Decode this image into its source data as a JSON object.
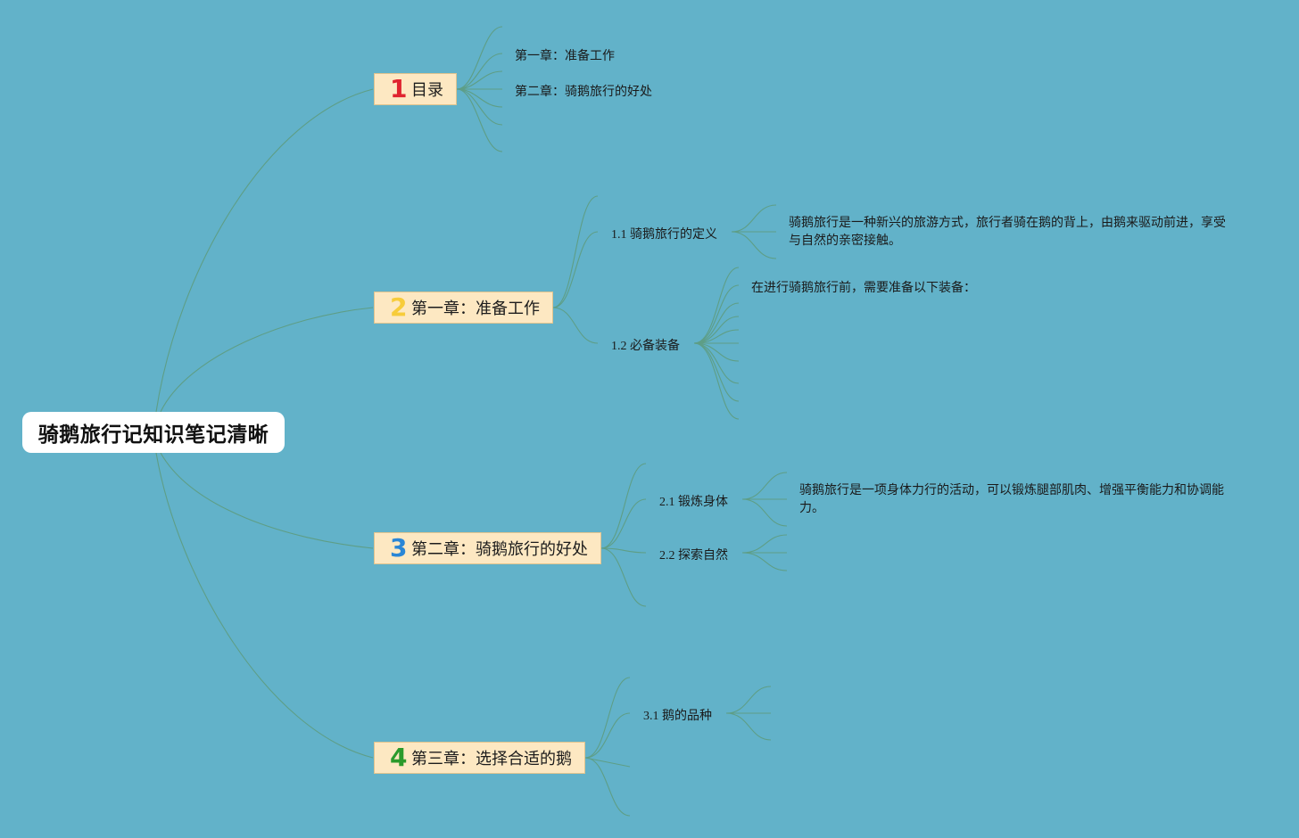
{
  "root": {
    "title": "骑鹅旅行记知识笔记清晰"
  },
  "colors": {
    "background": "#62b2c9",
    "branch_fill": "#fde8c2",
    "link": "#5e9e86",
    "num1": "#e0242f",
    "num2": "#f7cc3a",
    "num3": "#2a86d6",
    "num4": "#2b9a2b"
  },
  "branches": [
    {
      "number": "1",
      "label": "目录",
      "children": [
        "第一章：准备工作",
        "第二章：骑鹅旅行的好处"
      ]
    },
    {
      "number": "2",
      "label": "第一章：准备工作",
      "children": [
        {
          "label": "1.1 骑鹅旅行的定义",
          "detail": "骑鹅旅行是一种新兴的旅游方式，旅行者骑在鹅的背上，由鹅来驱动前进，享受与自然的亲密接触。"
        },
        {
          "label": "1.2 必备装备",
          "detail": "在进行骑鹅旅行前，需要准备以下装备："
        }
      ]
    },
    {
      "number": "3",
      "label": "第二章：骑鹅旅行的好处",
      "children": [
        {
          "label": "2.1 锻炼身体",
          "detail": "骑鹅旅行是一项身体力行的活动，可以锻炼腿部肌肉、增强平衡能力和协调能力。"
        },
        {
          "label": "2.2 探索自然"
        }
      ]
    },
    {
      "number": "4",
      "label": "第三章：选择合适的鹅",
      "children": [
        {
          "label": "3.1 鹅的品种"
        }
      ]
    }
  ]
}
